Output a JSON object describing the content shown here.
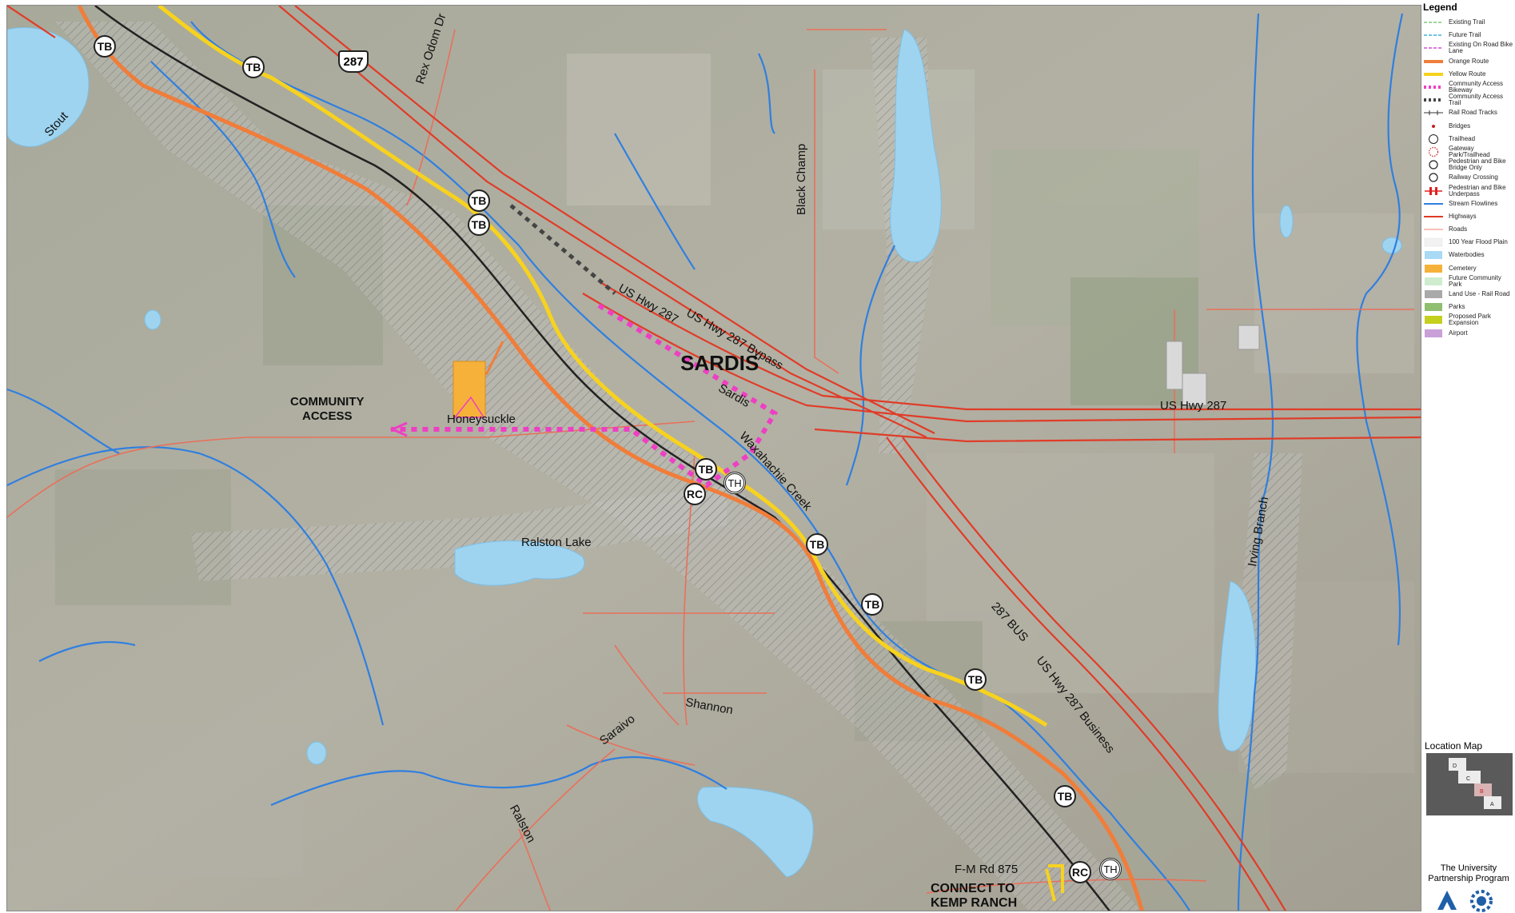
{
  "map": {
    "place_name": "SARDIS",
    "community_access": [
      "COMMUNITY",
      "ACCESS"
    ],
    "connect": [
      "CONNECT TO",
      "KEMP RANCH"
    ],
    "labels": {
      "stout": "Stout",
      "rex_odom": "Rex Odom Dr",
      "black_champ": "Black Champ",
      "us287_a": "US Hwy 287",
      "us287_bypass": "US Hwy 287 Bypass",
      "us287_b": "US Hwy 287",
      "sardis_road": "Sardis",
      "waxahachie": "Waxahachie Creek",
      "honeysuckle": "Honeysuckle",
      "ralston_lake": "Ralston Lake",
      "shannon": "Shannon",
      "saraivo": "Saraivo",
      "ralston": "Ralston",
      "bus287": "287 BUS",
      "us287_business": "US Hwy 287 Business",
      "irving_branch": "Irving Branch",
      "fm875": "F-M Rd 875"
    },
    "shield_287": "287",
    "marker_tb": "TB",
    "marker_th": "TH",
    "marker_rc": "RC"
  },
  "legend": {
    "title": "Legend",
    "items": [
      {
        "label": "Existing Trail",
        "color": "#7fc97f",
        "style": "dash"
      },
      {
        "label": "Future Trail",
        "color": "#3fb0d9",
        "style": "dash"
      },
      {
        "label": "Existing On Road Bike Lane",
        "color": "#d44fd4",
        "style": "dash"
      },
      {
        "label": "Orange Route",
        "color": "#f07d3a",
        "style": "thick"
      },
      {
        "label": "Yellow Route",
        "color": "#f7d21e",
        "style": "thick"
      },
      {
        "label": "Community Access Bikeway",
        "color": "#ee3fc4",
        "style": "dots"
      },
      {
        "label": "Community Access Trail",
        "color": "#444444",
        "style": "dots"
      },
      {
        "label": "Rail Road Tracks",
        "color": "#333333",
        "style": "rail"
      },
      {
        "label": "Bridges",
        "color": "#c81e1e",
        "style": "dot"
      },
      {
        "label": "Trailhead",
        "color": "#222222",
        "style": "th"
      },
      {
        "label": "Gateway Park/Trailhead",
        "color": "#c81e1e",
        "style": "gate"
      },
      {
        "label": "Pedestrian and Bike Bridge Only",
        "color": "#222222",
        "style": "tb"
      },
      {
        "label": "Railway Crossing",
        "color": "#222222",
        "style": "rc"
      },
      {
        "label": "Pedestrian and Bike Underpass",
        "color": "#e02020",
        "style": "under"
      },
      {
        "label": "Stream Flowlines",
        "color": "#2f7fe0",
        "style": "line"
      },
      {
        "label": "Highways",
        "color": "#e03c28",
        "style": "line"
      },
      {
        "label": "Roads",
        "color": "#f08070",
        "style": "thin"
      },
      {
        "label": "100 Year Flood Plain",
        "color": "#cccccc",
        "style": "hatch"
      },
      {
        "label": "Waterbodies",
        "color": "#a8daf5",
        "style": "box"
      },
      {
        "label": "Cemetery",
        "color": "#f6b13a",
        "style": "box"
      },
      {
        "label": "Future Community Park",
        "color": "#cfeccf",
        "style": "box"
      },
      {
        "label": "Land Use - Rail Road",
        "color": "#a9a9a9",
        "style": "box"
      },
      {
        "label": "Parks",
        "color": "#8fbf6f",
        "style": "box"
      },
      {
        "label": "Proposed Park Expansion",
        "color": "#c5cf1e",
        "style": "box"
      },
      {
        "label": "Airport",
        "color": "#c9a0d8",
        "style": "box"
      }
    ],
    "location_map_title": "Location Map",
    "location_map_cells": [
      "D",
      "C",
      "B",
      "A"
    ],
    "partnership": [
      "The University",
      "Partnership Program"
    ]
  }
}
